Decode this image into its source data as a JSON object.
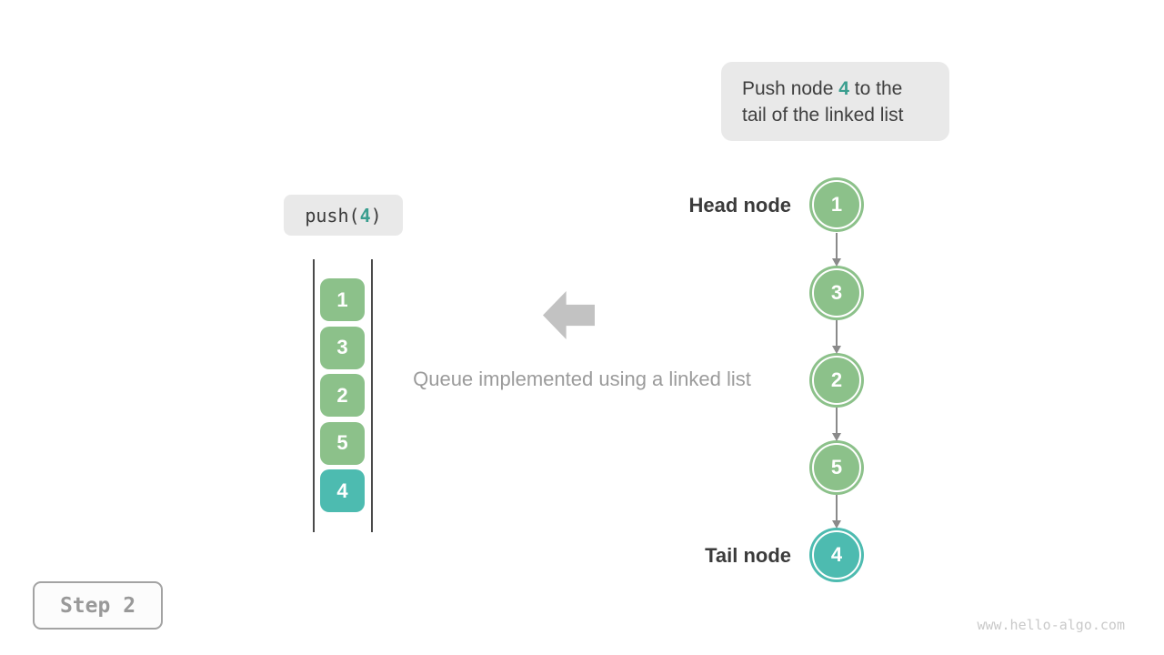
{
  "callout": {
    "line1_before": "Push node ",
    "line1_highlight": "4",
    "line1_after": " to the",
    "line2": "tail of the linked list"
  },
  "operation": {
    "before": "push(",
    "highlight": "4",
    "after": ")"
  },
  "stack": {
    "items": [
      {
        "value": "1",
        "highlight": false
      },
      {
        "value": "3",
        "highlight": false
      },
      {
        "value": "2",
        "highlight": false
      },
      {
        "value": "5",
        "highlight": false
      },
      {
        "value": "4",
        "highlight": true
      }
    ]
  },
  "caption": "Queue implemented using a linked list",
  "linked_list": {
    "head_label": "Head node",
    "tail_label": "Tail node",
    "nodes": [
      {
        "value": "1",
        "highlight": false
      },
      {
        "value": "3",
        "highlight": false
      },
      {
        "value": "2",
        "highlight": false
      },
      {
        "value": "5",
        "highlight": false
      },
      {
        "value": "4",
        "highlight": true
      }
    ]
  },
  "footer": {
    "step_label": "Step 2",
    "watermark": "www.hello-algo.com"
  },
  "colors": {
    "node_green": "#8cc18a",
    "node_teal": "#4dbbb0",
    "highlight_text_teal": "#3a9e8f",
    "callout_bg": "#e9e9e9",
    "connector_gray": "#8a8a8a",
    "block_arrow_gray": "#c2c2c2"
  }
}
